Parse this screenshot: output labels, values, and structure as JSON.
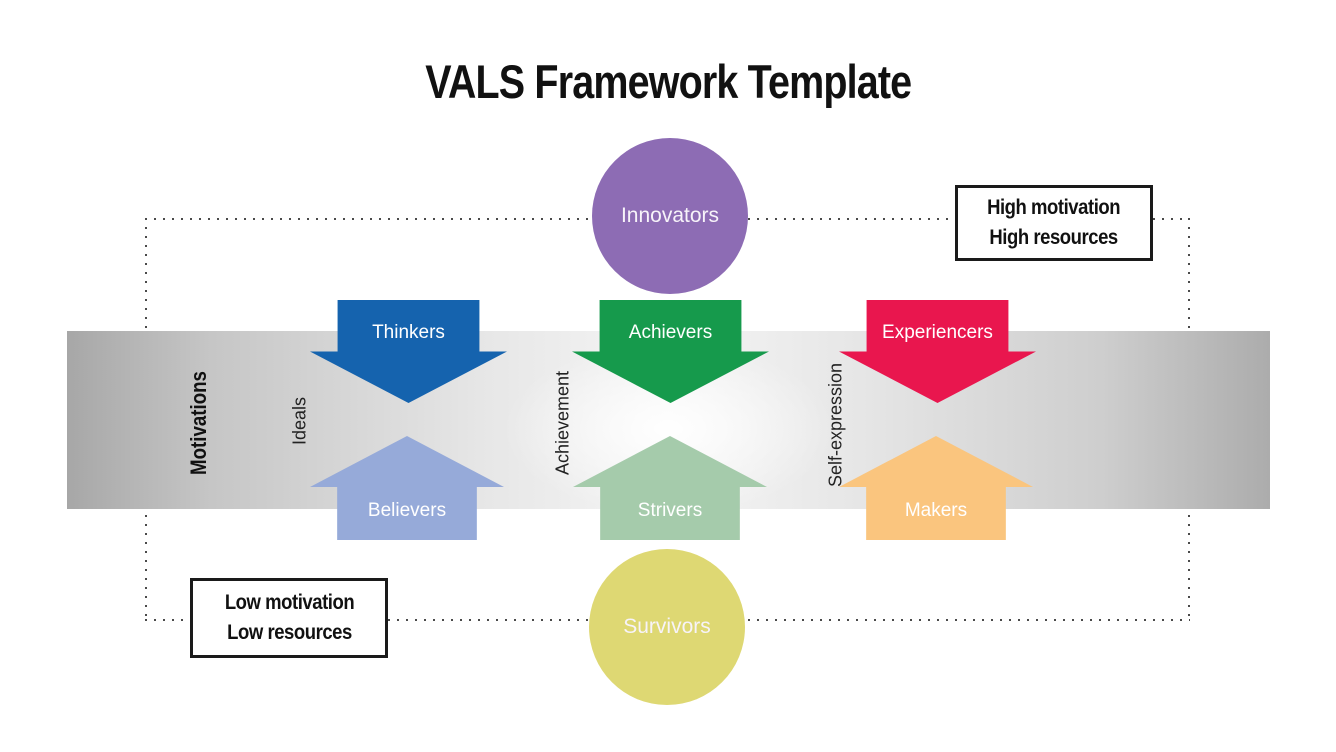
{
  "title": "VALS Framework Template",
  "diagram": {
    "circles": {
      "top": {
        "label": "Innovators",
        "color": "#8d6cb4"
      },
      "bottom": {
        "label": "Survivors",
        "color": "#ded873"
      }
    },
    "down_arrows": [
      {
        "label": "Thinkers",
        "color": "#1563ae"
      },
      {
        "label": "Achievers",
        "color": "#169a4c"
      },
      {
        "label": "Experiencers",
        "color": "#e9164e"
      }
    ],
    "up_arrows": [
      {
        "label": "Believers",
        "color": "#96aad9"
      },
      {
        "label": "Strivers",
        "color": "#a5cbab"
      },
      {
        "label": "Makers",
        "color": "#fac57e"
      }
    ],
    "axis_label": "Motivations",
    "column_labels": [
      "Ideals",
      "Achievement",
      "Self-expression"
    ],
    "high_box": {
      "line1": "High motivation",
      "line2": "High resources"
    },
    "low_box": {
      "line1": "Low motivation",
      "line2": "Low resources"
    }
  }
}
